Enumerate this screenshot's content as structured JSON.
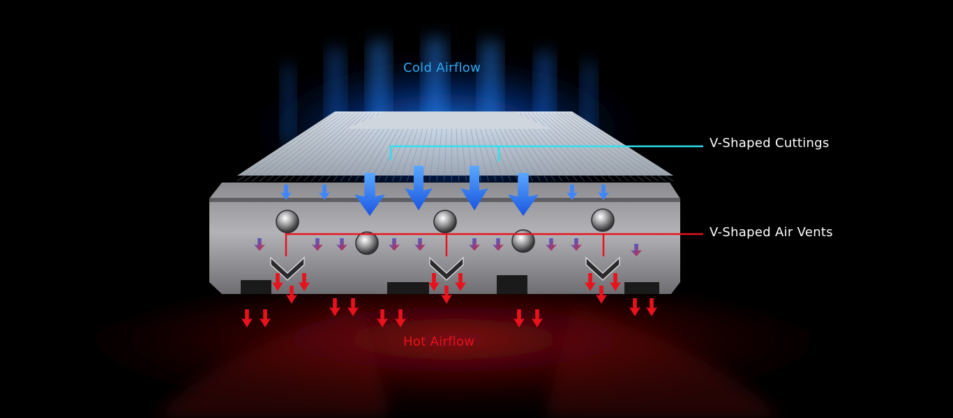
{
  "labels": {
    "cold_airflow": "Cold Airflow",
    "hot_airflow": "Hot Airflow",
    "v_shaped_cuttings": "V-Shaped Cuttings",
    "v_shaped_air_vents": "V-Shaped Air Vents"
  },
  "colors": {
    "cold": "#2fa8f0",
    "hot": "#e8121c",
    "cuttings_line": "#2ee0f0",
    "vents_line": "#e8121c",
    "heatsink_metal": "#9a9a9e",
    "background": "#000000"
  },
  "icons": {
    "cold_arrow": "down-arrow-blue",
    "mixed_arrow": "down-arrow-blue-red",
    "hot_arrow": "down-arrow-red",
    "heatpipe": "heatpipe-end-cap",
    "vent": "v-shaped-vent"
  }
}
